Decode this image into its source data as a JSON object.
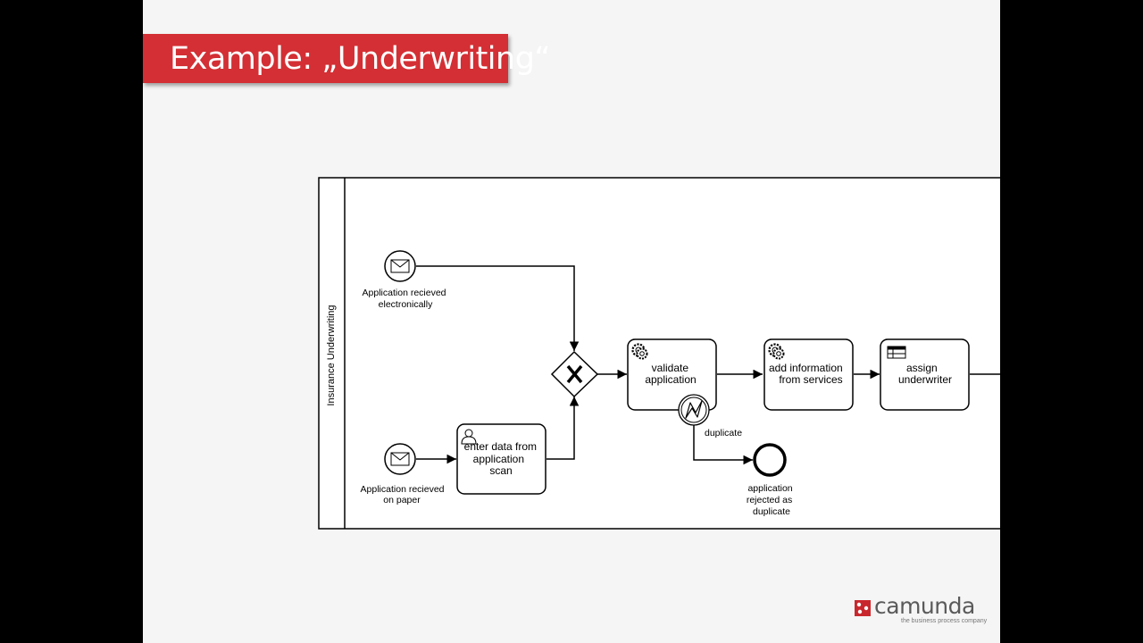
{
  "slide": {
    "title": "Example: „Underwriting“"
  },
  "diagram": {
    "pool_label": "Insurance Underwriting",
    "events": {
      "start_electronic": [
        "Application recieved",
        "electronically"
      ],
      "start_paper": [
        "Application recieved",
        "on paper"
      ],
      "end_rejected": [
        "application",
        "rejected as",
        "duplicate"
      ]
    },
    "tasks": {
      "enter_data": [
        "enter data from",
        "application",
        "scan"
      ],
      "validate": [
        "validate",
        "application"
      ],
      "add_info": [
        "add information",
        "from services"
      ],
      "assign": [
        "assign",
        "underwriter"
      ]
    },
    "error_flow_label": "duplicate",
    "icons": {
      "message": "envelope-icon",
      "user_task": "user-icon",
      "service_task": "gear-icon",
      "business_rule": "table-icon",
      "error": "lightning-icon",
      "gateway": "x-icon"
    }
  },
  "logo": {
    "name": "camunda",
    "tagline": "the business process company",
    "brand_color": "#c8282d"
  }
}
